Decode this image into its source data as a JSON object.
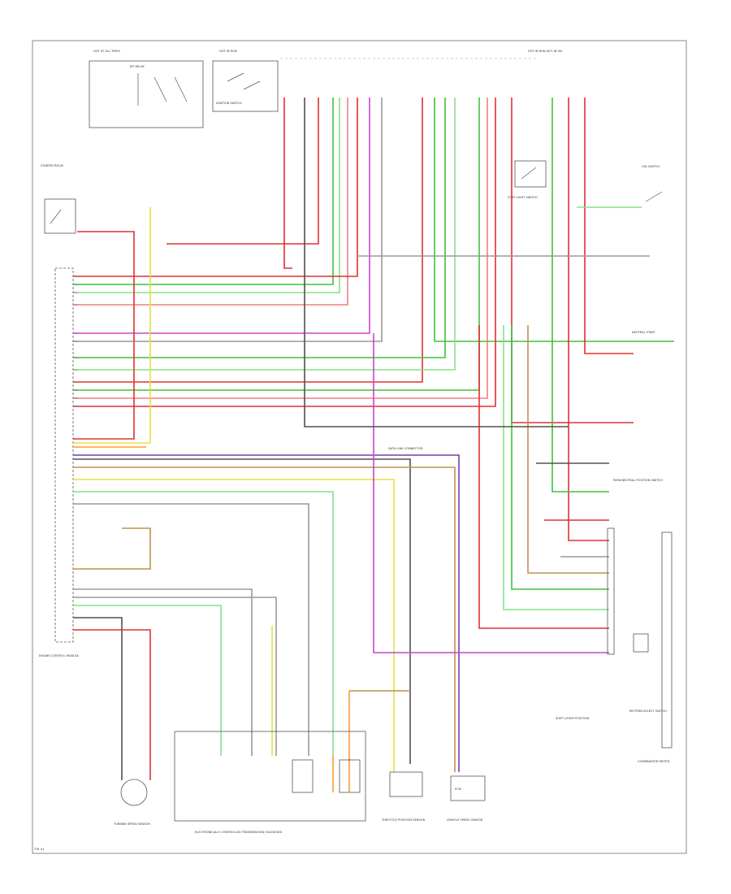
{
  "frame": {
    "border_color": "#777777",
    "background": "#ffffff"
  },
  "colors": {
    "red": "#e03030",
    "pink": "#ee8080",
    "green": "#40c040",
    "lightgreen": "#88e088",
    "yellow": "#e8e040",
    "purple": "#cc44cc",
    "violet": "#7a3aa8",
    "orange": "#ff9a30",
    "tan": "#c09050",
    "gray": "#9a9a9a",
    "darkgray": "#505050",
    "cyan": "#50b8d8"
  },
  "labels": {
    "top_fuse_1": "HOT AT ALL TIMES",
    "top_fuse_2": "HOT IN RUN",
    "top_fuse_3": "HOT IN RUN    HOT IN ON",
    "efi_relay": "EFI RELAY",
    "ignition_switch": "IGNITION SWITCH",
    "starter_relay": "STARTER RELAY",
    "stop_light_switch": "STOP LIGHT SWITCH",
    "overdrive_switch": "O/D SWITCH",
    "park_neutral_switch": "PARK/NEUTRAL POSITION SWITCH",
    "data_link_connector": "DATA LINK CONNECTOR",
    "throttle_sensor": "THROTTLE POSITION SENSOR",
    "vss": "VEHICLE SPEED SENSOR",
    "turbine_sensor": "TURBINE SPEED SENSOR",
    "solenoids": "ELECTRONICALLY CONTROLLED TRANSMISSION SOLENOIDS",
    "ecm": "ENGINE CONTROL MODULE",
    "pattern_select": "PATTERN SELECT SWITCH",
    "combination_meter": "COMBINATION METER",
    "neutral_start": "NEUTRAL START",
    "shift_lever": "SHIFT LEVER POSITION",
    "ecm_label": "ECM",
    "corner_code": "TCM 01"
  }
}
